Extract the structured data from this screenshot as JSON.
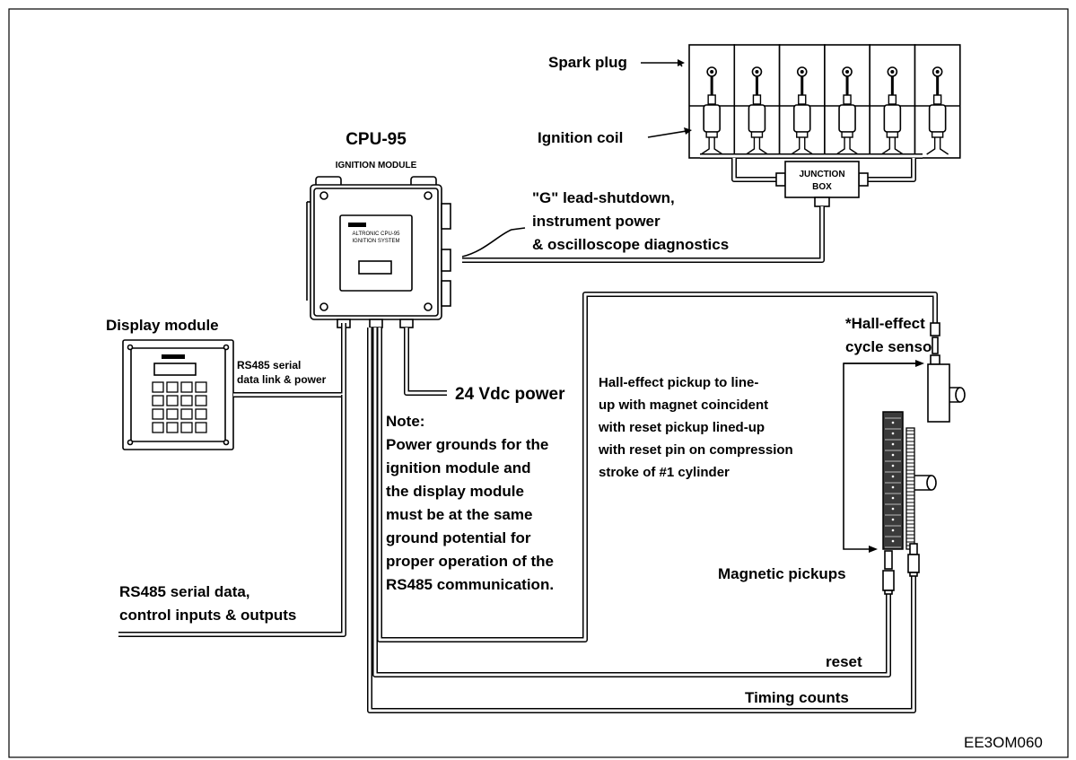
{
  "labels": {
    "spark_plug": "Spark plug",
    "ignition_coil": "Ignition coil",
    "junction_box_line1": "JUNCTION",
    "junction_box_line2": "BOX",
    "cpu_title": "CPU-95",
    "cpu_subtitle": "IGNITION MODULE",
    "g_lead_line1": "\"G\" lead-shutdown,",
    "g_lead_line2": "instrument power",
    "g_lead_line3": "& oscilloscope diagnostics",
    "display_module": "Display module",
    "rs485_link_line1": "RS485 serial",
    "rs485_link_line2": "data link & power",
    "hall_sensor_line1": "*Hall-effect",
    "hall_sensor_line2": "cycle sensor",
    "power_24v": "24 Vdc power",
    "hall_note_line1": "Hall-effect pickup to line-",
    "hall_note_line2": "up with magnet coincident",
    "hall_note_line3": "with reset pickup lined-up",
    "hall_note_line4": "with reset pin on compression",
    "hall_note_line5": "stroke of #1 cylinder",
    "note_title": "Note:",
    "note_line1": "Power grounds for the",
    "note_line2": "ignition module and",
    "note_line3": "the display module",
    "note_line4": "must be at the same",
    "note_line5": "ground potential for",
    "note_line6": "proper operation of the",
    "note_line7": "RS485 communication.",
    "magnetic_pickups": "Magnetic pickups",
    "rs485_data_line1": "RS485 serial data,",
    "rs485_data_line2": "control inputs & outputs",
    "reset": "reset",
    "timing_counts": "Timing counts",
    "drawing_code": "EE3OM060",
    "module_brand_text": "ALTRONIC CPU-95",
    "module_brand_text2": "IGNITION SYSTEM"
  },
  "counts": {
    "cylinders": 6,
    "keypad_keys": 16
  }
}
